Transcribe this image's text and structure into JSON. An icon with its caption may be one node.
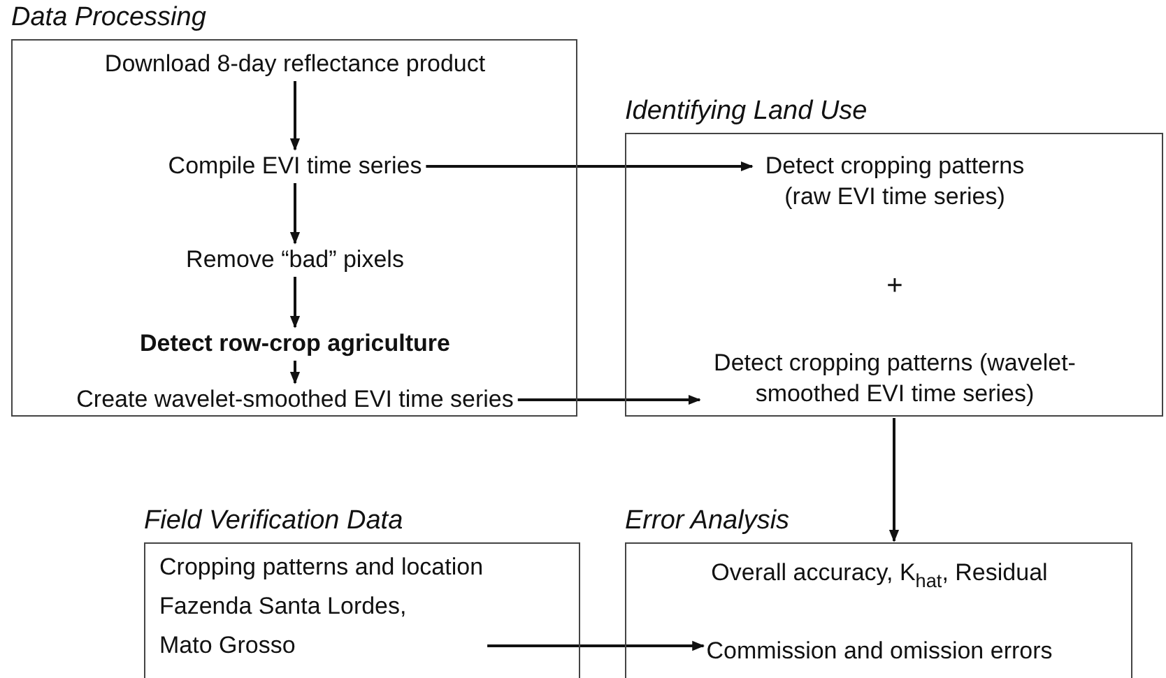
{
  "diagram": {
    "nodes": [
      {
        "text": [
          "Data Processing"
        ]
      },
      {
        "text": [
          "Download 8-day reflectance product"
        ],
        "in": 0
      },
      {
        "text": [
          "Compile EVI time series"
        ],
        "in": 0
      },
      {
        "text": [
          "Remove “bad” pixels"
        ],
        "in": 0
      },
      {
        "text": [
          "Detect row-crop agriculture"
        ],
        "in": 0
      },
      {
        "text": [
          "Create wavelet-smoothed EVI time series"
        ],
        "in": 0
      },
      {
        "text": [
          "Identifying Land Use"
        ]
      },
      {
        "text": [
          "Detect cropping patterns (raw EVI time series)"
        ],
        "in": 6
      },
      {
        "text": [
          "Detect cropping patterns (wavelet-smoothed EVI time series)"
        ],
        "in": 6
      },
      {
        "text": [
          "Field Verification Data"
        ]
      },
      {
        "text": [
          "Cropping patterns and location",
          "Fazenda Santa Lordes,",
          "Mato Grosso"
        ],
        "in": 9
      },
      {
        "text": [
          "Error Analysis"
        ]
      },
      {
        "text": [
          "Overall accuracy, K$_{hat}$, Residual"
        ],
        "in": 11
      },
      {
        "text": [
          "Commission and omission errors"
        ],
        "in": 11
      }
    ],
    "edges": [
      {
        "from": 1,
        "to": 2,
        "arrow": "to"
      },
      {
        "from": 2,
        "to": 3,
        "arrow": "to"
      },
      {
        "from": 3,
        "to": 4,
        "arrow": "to"
      },
      {
        "from": 4,
        "to": 5,
        "arrow": "to"
      },
      {
        "from": 2,
        "to": 7,
        "arrow": "to"
      },
      {
        "from": 5,
        "to": 8,
        "arrow": "to"
      },
      {
        "from": 6,
        "to": 11,
        "arrow": "to"
      },
      {
        "from": 10,
        "to": 13,
        "arrow": "to"
      }
    ],
    "labels": [
      "+"
    ]
  }
}
